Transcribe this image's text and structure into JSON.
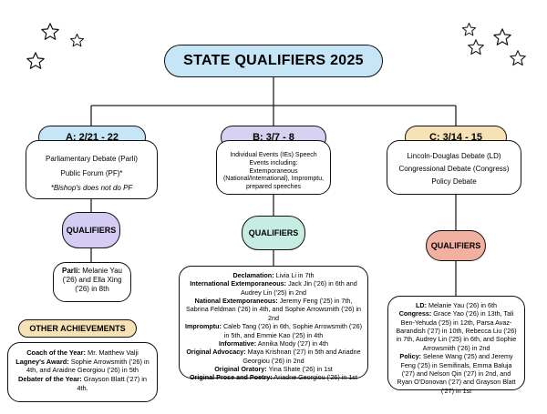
{
  "title": "STATE QUALIFIERS 2025",
  "columns": {
    "a": {
      "header": "A: 2/21 - 22",
      "events": [
        "Parliamentary Debate (Parli)",
        "Public Forum (PF)*",
        "*Bishop's does not do PF"
      ],
      "qualifiers_label": "QUALIFIERS",
      "results": [
        {
          "label": "Parli:",
          "text": "Melanie Yau ('26) and Ella Xing ('26) in 8th"
        }
      ]
    },
    "b": {
      "header": "B: 3/7 - 8",
      "events": [
        "Individual Events (IEs) Speech Events including:",
        "Extemporaneous (National/International), Impromptu, prepared speeches"
      ],
      "qualifiers_label": "QUALIFIERS",
      "results": [
        {
          "label": "Declamation:",
          "text": "Livia Li in 7th"
        },
        {
          "label": "International Extemporaneous:",
          "text": "Jack Jin ('26) in 6th and Audrey Lin ('25) in 2nd"
        },
        {
          "label": "National Extemporaneous:",
          "text": "Jeremy Feng ('25) in 7th, Sabrina Feldman ('26) in 4th, and Sophie Arrowsmith ('26) in 2nd"
        },
        {
          "label": "Impromptu:",
          "text": "Caleb Tang ('26) in 6th, Sophie Arrowsmith ('26) in 5th, and Emmie Kao ('25) in 4th"
        },
        {
          "label": "Informative:",
          "text": "Annika Mody ('27) in 4th"
        },
        {
          "label": "Original Advocacy:",
          "text": "Maya Krishnan ('27) in 5th and Ariadne Georgiou ('26) in 2nd"
        },
        {
          "label": "Original Oratory:",
          "text": "Yina Shate ('26) in 1st"
        },
        {
          "label": "Original Prose and Poetry:",
          "text": "Ariadne Georgiou ('26) in 1st"
        }
      ]
    },
    "c": {
      "header": "C: 3/14 - 15",
      "events": [
        "Lincoln-Douglas Debate (LD)",
        "Congressional Debate (Congress)",
        "Policy Debate"
      ],
      "qualifiers_label": "QUALIFIERS",
      "results": [
        {
          "label": "LD:",
          "text": "Melanie Yau ('26) in 6th"
        },
        {
          "label": "Congress:",
          "text": "Grace Yao ('26) in 13th, Tali Ben-Yehuda ('25) in 12th, Parsa Avaz-Barandish ('27) in 10th, Rebecca Liu ('26) in 7th, Audrey Lin ('25) in 6th, and Sophie Arrowsmith ('26) in 2nd"
        },
        {
          "label": "Policy:",
          "text": "Selene Wang ('25) and Jeremy Feng ('25) in Semifinals, Emma Baluja ('27) and Nelson Qin ('27) in 2nd, and Ryan O'Donovan ('27) and Grayson Blatt ('27) in 1st"
        }
      ]
    }
  },
  "other": {
    "header": "OTHER ACHIEVEMENTS",
    "results": [
      {
        "label": "Coach of the Year:",
        "text": "Mr. Matthew Valji"
      },
      {
        "label": "Lagney's Award:",
        "text": "Sophie Arrowsmith ('26) in 4th, and Araidne Georgiou ('26) in 5th"
      },
      {
        "label": "Debater of the Year:",
        "text": "Grayson Blatt ('27) in 4th."
      }
    ]
  },
  "colors": {
    "title": "#c6e6f7",
    "a_header": "#c6e6f7",
    "b_header": "#d8d2f2",
    "c_header": "#f7e2b6",
    "a_qualifiers": "#d5ccf3",
    "b_qualifiers": "#c7ede2",
    "c_qualifiers": "#f2b0a1",
    "other_header": "#f7e2b6"
  },
  "icons": [
    "star-icon"
  ]
}
